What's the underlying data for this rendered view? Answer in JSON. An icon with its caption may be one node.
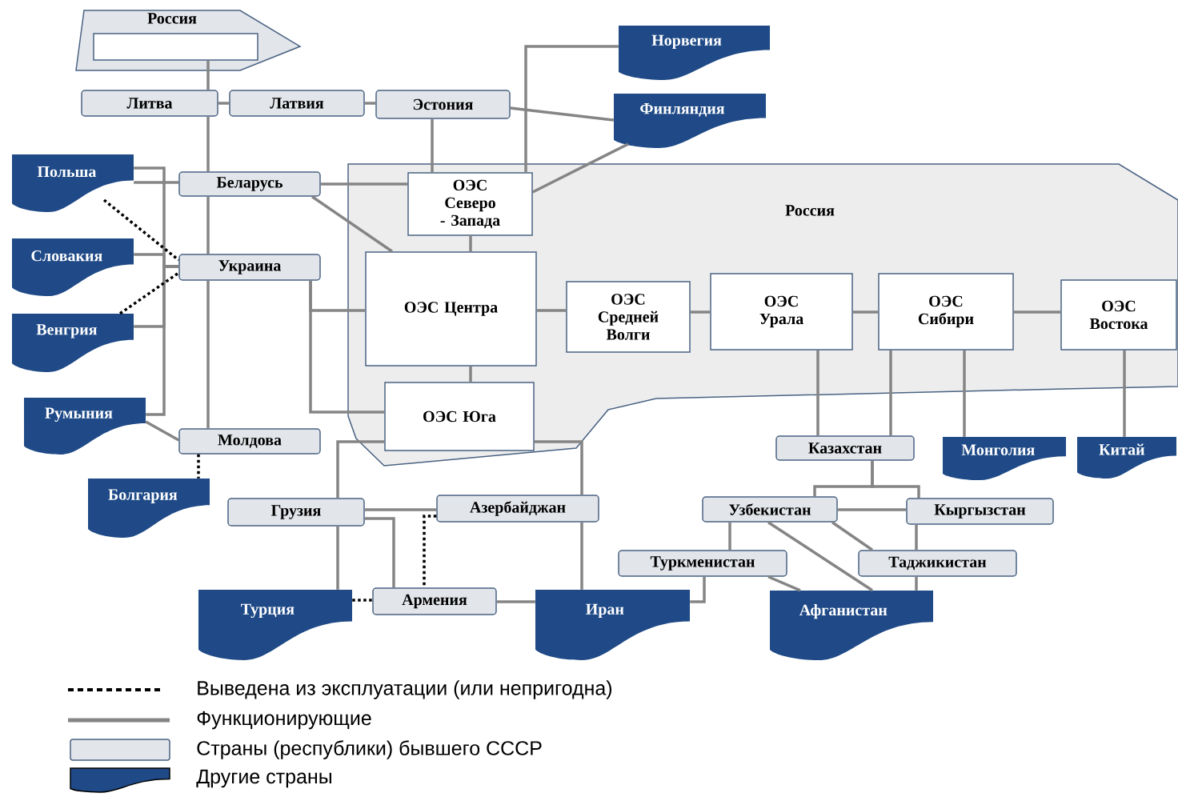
{
  "diagram": {
    "nodes": [
      {
        "text": [
          "Россия"
        ]
      },
      {
        "text": [],
        "shape": "box",
        "in": 0
      },
      {
        "text": [
          "Литва"
        ]
      },
      {
        "text": [
          "Латвия"
        ]
      },
      {
        "text": [
          "Эстония"
        ]
      },
      {
        "text": [
          "Норвегия"
        ]
      },
      {
        "text": [
          "Финляндия"
        ]
      },
      {
        "text": [
          "Россия"
        ]
      },
      {
        "text": [
          "ОЭС Северо - Запада"
        ],
        "in": 7
      },
      {
        "text": [
          "ОЭС Центра"
        ],
        "in": 7
      },
      {
        "text": [
          "ОЭС Юга"
        ],
        "in": 7
      },
      {
        "text": [
          "ОЭС Средней Волги"
        ],
        "in": 7
      },
      {
        "text": [
          "ОЭС Урала"
        ],
        "in": 7
      },
      {
        "text": [
          "ОЭС Сибири"
        ],
        "in": 7
      },
      {
        "text": [
          "ОЭС Востока"
        ],
        "in": 7
      },
      {
        "text": [
          "Польша"
        ]
      },
      {
        "text": [
          "Беларусь"
        ]
      },
      {
        "text": [
          "Словакия"
        ]
      },
      {
        "text": [
          "Украина"
        ]
      },
      {
        "text": [
          "Венгрия"
        ]
      },
      {
        "text": [
          "Румыния"
        ]
      },
      {
        "text": [
          "Молдова"
        ]
      },
      {
        "text": [
          "Болгария"
        ]
      },
      {
        "text": [
          "Грузия"
        ]
      },
      {
        "text": [
          "Азербайджан"
        ]
      },
      {
        "text": [
          "Турция"
        ]
      },
      {
        "text": [
          "Армения"
        ]
      },
      {
        "text": [
          "Иран"
        ]
      },
      {
        "text": [
          "Казахстан"
        ]
      },
      {
        "text": [
          "Монголия"
        ]
      },
      {
        "text": [
          "Китай"
        ]
      },
      {
        "text": [
          "Узбекистан"
        ]
      },
      {
        "text": [
          "Кыргызстан"
        ]
      },
      {
        "text": [
          "Туркменистан"
        ]
      },
      {
        "text": [
          "Таджикистан"
        ]
      },
      {
        "text": [
          "Афганистан"
        ]
      }
    ],
    "edges": [
      {
        "from": 1,
        "to": 2,
        "arrow": "none"
      },
      {
        "from": 2,
        "to": 16,
        "arrow": "none"
      },
      {
        "from": 16,
        "to": 18,
        "arrow": "none"
      },
      {
        "from": 18,
        "to": 21,
        "arrow": "none"
      },
      {
        "from": 2,
        "to": 3,
        "arrow": "none"
      },
      {
        "from": 3,
        "to": 4,
        "arrow": "none"
      },
      {
        "from": 4,
        "to": 8,
        "arrow": "none"
      },
      {
        "from": 4,
        "to": 6,
        "arrow": "none"
      },
      {
        "from": 5,
        "to": 8,
        "arrow": "none"
      },
      {
        "from": 6,
        "to": 8,
        "arrow": "none"
      },
      {
        "from": 16,
        "to": 8,
        "arrow": "none"
      },
      {
        "from": 16,
        "to": 9,
        "arrow": "none"
      },
      {
        "from": 15,
        "to": 16,
        "arrow": "none"
      },
      {
        "from": 15,
        "to": 18,
        "arrow": "none"
      },
      {
        "from": 17,
        "to": 18,
        "arrow": "none"
      },
      {
        "from": 19,
        "to": 18,
        "arrow": "none"
      },
      {
        "from": 20,
        "to": 18,
        "arrow": "none"
      },
      {
        "from": 15,
        "to": 18,
        "arrow": "none",
        "style": "dashed",
        "color": "#000000"
      },
      {
        "from": 19,
        "to": 18,
        "arrow": "none",
        "style": "dashed",
        "color": "#000000"
      },
      {
        "from": 20,
        "to": 21,
        "arrow": "none"
      },
      {
        "from": 21,
        "to": 22,
        "arrow": "none",
        "style": "dashed",
        "color": "#000000"
      },
      {
        "from": 18,
        "to": 9,
        "arrow": "none"
      },
      {
        "from": 18,
        "to": 10,
        "arrow": "none"
      },
      {
        "from": 8,
        "to": 9,
        "arrow": "none"
      },
      {
        "from": 9,
        "to": 10,
        "arrow": "none"
      },
      {
        "from": 9,
        "to": 11,
        "arrow": "none"
      },
      {
        "from": 11,
        "to": 12,
        "arrow": "none"
      },
      {
        "from": 12,
        "to": 13,
        "arrow": "none"
      },
      {
        "from": 13,
        "to": 14,
        "arrow": "none"
      },
      {
        "from": 10,
        "to": 23,
        "arrow": "none"
      },
      {
        "from": 23,
        "to": 25,
        "arrow": "none"
      },
      {
        "from": 10,
        "to": 24,
        "arrow": "none"
      },
      {
        "from": 24,
        "to": 27,
        "arrow": "none"
      },
      {
        "from": 23,
        "to": 24,
        "arrow": "none"
      },
      {
        "from": 23,
        "to": 26,
        "arrow": "none"
      },
      {
        "from": 24,
        "to": 26,
        "arrow": "none",
        "style": "dashed",
        "color": "#000000"
      },
      {
        "from": 25,
        "to": 26,
        "arrow": "none",
        "style": "dashed",
        "color": "#000000"
      },
      {
        "from": 26,
        "to": 27,
        "arrow": "none"
      },
      {
        "from": 33,
        "to": 27,
        "arrow": "none"
      },
      {
        "from": 12,
        "to": 28,
        "arrow": "none"
      },
      {
        "from": 13,
        "to": 28,
        "arrow": "none"
      },
      {
        "from": 13,
        "to": 29,
        "arrow": "none"
      },
      {
        "from": 14,
        "to": 30,
        "arrow": "none"
      },
      {
        "from": 28,
        "to": 31,
        "arrow": "none"
      },
      {
        "from": 28,
        "to": 32,
        "arrow": "none"
      },
      {
        "from": 31,
        "to": 32,
        "arrow": "none"
      },
      {
        "from": 31,
        "to": 33,
        "arrow": "none"
      },
      {
        "from": 31,
        "to": 35,
        "arrow": "none"
      },
      {
        "from": 31,
        "to": 34,
        "arrow": "none"
      },
      {
        "from": 32,
        "to": 34,
        "arrow": "none"
      },
      {
        "from": 34,
        "to": 35,
        "arrow": "none"
      },
      {
        "from": 33,
        "to": 35,
        "arrow": "none"
      }
    ],
    "legend": [
      {
        "text": "Выведена из эксплуатации (или непригодна)"
      },
      {
        "text": "Функционирующие"
      },
      {
        "text": "Страны (республики) бывшего СССР"
      },
      {
        "text": "Другие страны"
      }
    ]
  }
}
